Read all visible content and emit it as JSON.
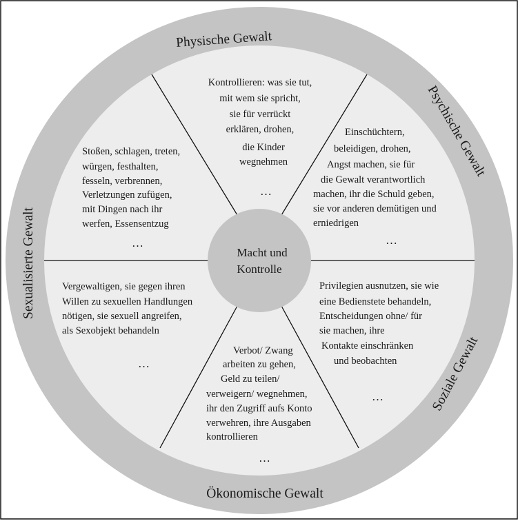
{
  "colors": {
    "outer_ring": "#c4c4c4",
    "inner_area": "#ededed",
    "center_circle": "#c4c4c4",
    "border": "#111111",
    "background": "#ffffff"
  },
  "center": {
    "line1": "Macht und",
    "line2": "Kontrolle"
  },
  "ring_labels": {
    "physical": "Physische Gewalt",
    "psychological": "Psychische Gewalt",
    "social": "Soziale Gewalt",
    "economic": "Ökonomische Gewalt",
    "sexual": "Sexualisierte Gewalt"
  },
  "segments": {
    "top": {
      "lines": [
        "Kontrollieren: was sie tut,",
        "mit wem sie spricht,",
        "sie für verrückt",
        "erklären, drohen,",
        "die Kinder",
        "wegnehmen"
      ],
      "ellipsis": "…"
    },
    "top_right": {
      "lines": [
        "Einschüchtern,",
        "beleidigen, drohen,",
        "Angst machen, sie für",
        "die Gewalt verantwortlich",
        "machen, ihr die Schuld geben,",
        "sie vor anderen demütigen und",
        "erniedrigen"
      ],
      "ellipsis": "…"
    },
    "bottom_right": {
      "lines": [
        "Privilegien ausnutzen, sie wie",
        "eine Bedienstete behandeln,",
        "Entscheidungen ohne/ für",
        "sie machen, ihre",
        "Kontakte einschränken",
        "und beobachten"
      ],
      "ellipsis": "…"
    },
    "bottom": {
      "lines": [
        "Verbot/ Zwang",
        "arbeiten zu gehen,",
        "Geld zu teilen/",
        "verweigern/ wegnehmen,",
        "ihr den Zugriff aufs Konto",
        "verwehren, ihre Ausgaben",
        "kontrollieren"
      ],
      "ellipsis": "…"
    },
    "bottom_left": {
      "lines": [
        "Vergewaltigen, sie gegen ihren",
        "Willen zu sexuellen Handlungen",
        "nötigen, sie sexuell angreifen,",
        "als Sexobjekt behandeln"
      ],
      "ellipsis": "…"
    },
    "top_left": {
      "lines": [
        "Stoßen, schlagen, treten,",
        "würgen, festhalten,",
        "fesseln, verbrennen,",
        "Verletzungen zufügen,",
        "mit Dingen nach ihr",
        "werfen, Essensentzug"
      ],
      "ellipsis": "…"
    }
  }
}
